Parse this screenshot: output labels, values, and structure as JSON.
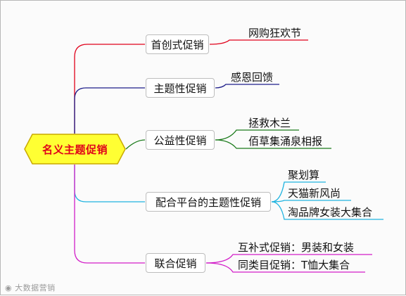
{
  "root": {
    "label": "名义主题促销",
    "fill": "#ffff33",
    "stroke": "#c9a900"
  },
  "branches": [
    {
      "label": "首创式促销",
      "color": "#e0001a",
      "leaves": [
        "网购狂欢节"
      ]
    },
    {
      "label": "主题性促销",
      "color": "#1e1e8a",
      "leaves": [
        "感恩回馈"
      ]
    },
    {
      "label": "公益性促销",
      "color": "#1a7a1a",
      "leaves": [
        "拯救木兰",
        "佰草集涌泉相报"
      ]
    },
    {
      "label": "配合平台的主题性促销",
      "color": "#20b4e0",
      "leaves": [
        "聚划算",
        "天猫新风尚",
        "淘品牌女装大集合"
      ]
    },
    {
      "label": "联合促销",
      "color": "#d21ec8",
      "leaves": [
        "互补式促销：男装和女装",
        "同类目促销：T恤大集合"
      ]
    }
  ],
  "watermark": "大数据营销"
}
